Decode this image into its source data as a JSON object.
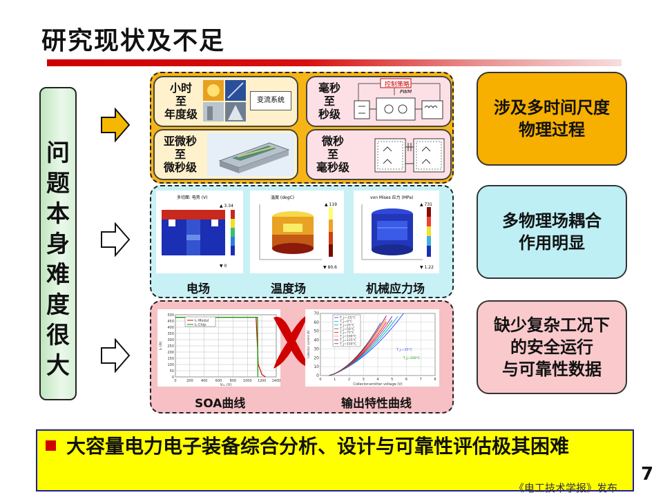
{
  "title": "研究现状及不足",
  "left_label": "问题本身难度很大",
  "scales": [
    {
      "label": "小时\n至\n年度级",
      "inner_box": "变流系统"
    },
    {
      "label": "毫秒\n至\n秒级",
      "inner_box": "控制策略",
      "inner_small": "PWM"
    },
    {
      "label": "亚微秒\n至\n微秒级"
    },
    {
      "label": "微秒\n至\n毫秒级"
    }
  ],
  "fields": {
    "captions": [
      "电场",
      "温度场",
      "机械应力场"
    ],
    "electric": {
      "header": "多切面: 电势 (V)",
      "max": "▲ 3.34",
      "min": "▼ 0"
    },
    "thermal": {
      "header": "温度 (degC)",
      "max": "▲ 119",
      "min": "▼ 80.6"
    },
    "stress": {
      "header": "von Mises 应力 (MPa)",
      "max": "▲ 731",
      "min": "▼ 1.22"
    }
  },
  "curves": {
    "captions": [
      "SOA曲线",
      "输出特性曲线"
    ],
    "soa": {
      "legend": [
        "I₀ Modul",
        "I₀ Chip"
      ],
      "xlabel": "V₀ₑ (V)",
      "ylabel": "I₀ (A)",
      "xticks": [
        "0",
        "200",
        "400",
        "600",
        "800",
        "1000",
        "1200",
        "1400"
      ],
      "yticks": [
        "0",
        "50",
        "100",
        "150",
        "200",
        "250",
        "300",
        "350",
        "400",
        "450",
        "500"
      ]
    },
    "output": {
      "xlabel": "Collector-emitter voltage (V)",
      "ylabel": "Collector current (A)",
      "xticks": [
        "0",
        "1",
        "2",
        "3",
        "4",
        "5",
        "6",
        "7",
        "8"
      ],
      "yticks": [
        "0",
        "10",
        "20",
        "30",
        "40",
        "50",
        "60",
        "70"
      ],
      "legend": [
        "T_j=-25°C",
        "T_j=0°C",
        "T_j=25°C",
        "T_j=50°C",
        "T_j=75°C",
        "T_j=100°C",
        "T_j=125°C",
        "T_j=150°C"
      ],
      "annotations": [
        "T_j=-25°C",
        "T_j=150°C"
      ]
    }
  },
  "conclusions": [
    "涉及多时间尺度\n物理过程",
    "多物理场耦合\n作用明显",
    "缺少复杂工况下\n的安全运行\n与可靠性数据"
  ],
  "bottom_text": "大容量电力电子装备综合分析、设计与可靠性评估极其困难",
  "page_number": "7",
  "source": "《电工技术学报》发布",
  "colors": {
    "accent_red": "#cc0000",
    "group_orange": "#f7b515",
    "group_cyan": "#c8f1f6",
    "group_pink": "#f7c0c4",
    "highlight": "#ffff00",
    "cross": "#cc0000"
  },
  "icons": [
    "right-arrow-icon",
    "cross-mark-icon",
    "bullet-square-icon"
  ]
}
